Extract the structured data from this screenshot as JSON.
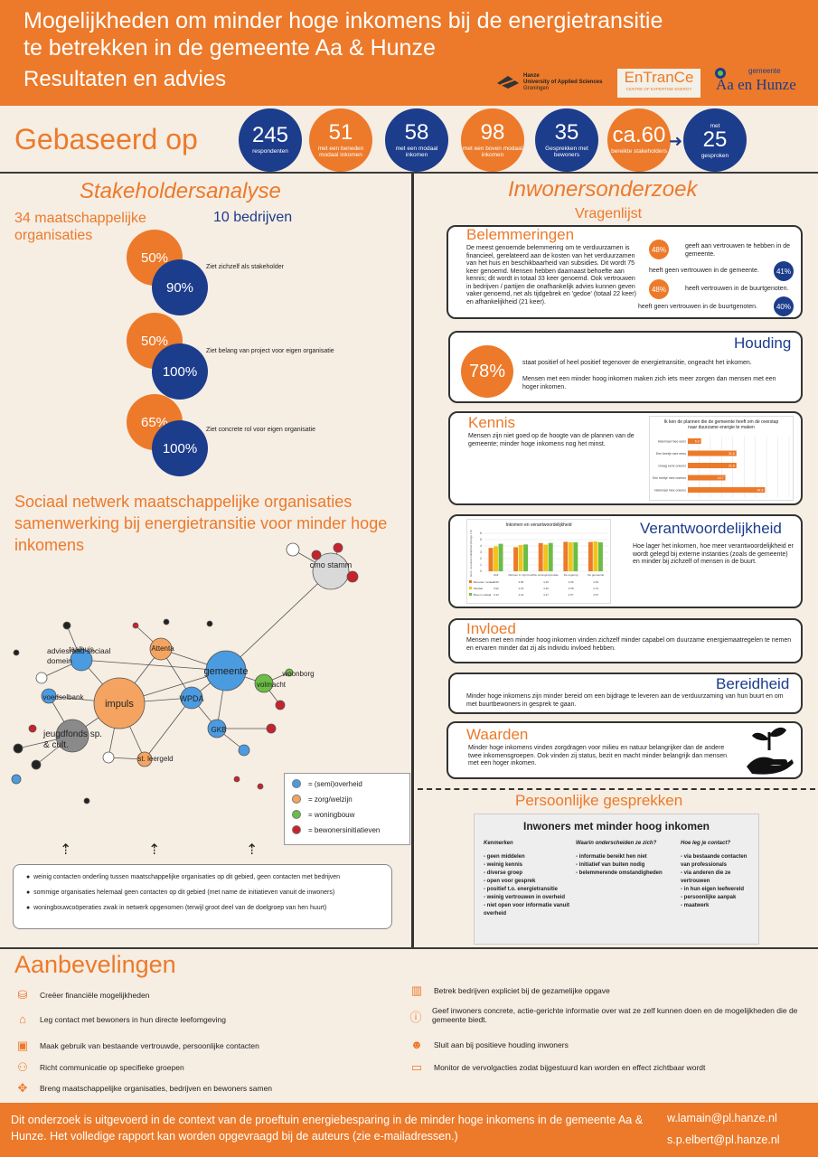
{
  "header": {
    "title_line1": "Mogelijkheden om minder hoge inkomens bij de energietransitie",
    "title_line2": "te betrekken in de gemeente Aa & Hunze",
    "subtitle": "Resultaten en advies",
    "logo_hanze_main": "Hanze",
    "logo_hanze_sub": "University of Applied Sciences",
    "logo_hanze_city": "Groningen",
    "logo_entrance": "EnTranCe",
    "logo_entrance_sub": "CENTRE OF EXPERTISE ENERGY",
    "logo_gemeente_small": "gemeente",
    "logo_gemeente": "Aa en Hunze"
  },
  "based_on": {
    "label": "Gebaseerd op",
    "stats": [
      {
        "number": "245",
        "label": "respondenten",
        "color": "#1c3c8c"
      },
      {
        "number": "51",
        "label": "met een beneden modaal inkomen",
        "color": "#ec7a2a"
      },
      {
        "number": "58",
        "label": "met een modaal inkomen",
        "color": "#1c3c8c"
      },
      {
        "number": "98",
        "label": "met een boven modaal inkomen",
        "color": "#ec7a2a"
      },
      {
        "number": "35",
        "label": "Gesprekken met bewoners",
        "color": "#1c3c8c"
      },
      {
        "number": "ca.60",
        "label": "bereikte stakeholders",
        "color": "#ec7a2a"
      },
      {
        "pre": "met",
        "number": "25",
        "label": "gesproken",
        "color": "#1c3c8c"
      }
    ]
  },
  "stakeholders": {
    "title": "Stakeholdersanalyse",
    "orgs_label": "34 maatschappelijke organisaties",
    "companies_label": "10 bedrijven",
    "pairs": [
      {
        "a": "50%",
        "b": "90%",
        "text": "Ziet zichzelf als stakeholder"
      },
      {
        "a": "50%",
        "b": "100%",
        "text": "Ziet belang van project voor eigen organisatie"
      },
      {
        "a": "65%",
        "b": "100%",
        "text": "Ziet concrete rol voor eigen organisatie"
      }
    ]
  },
  "network": {
    "title": "Sociaal netwerk maatschappelijke organisaties samenwerking bij energietransitie voor minder hoge inkomens",
    "nodes": {
      "cmo": "cmo stamm",
      "taalhuis": "taalhuis",
      "attenta": "Attenta",
      "adviesraad": "adviesraad sociaal domein",
      "gemeente": "gemeente",
      "woonborg": "woonborg",
      "volmacht": "volmacht",
      "voedselbank": "voedselbank",
      "impuls": "impuls",
      "wpda": "WPDA",
      "gkb": "GKB",
      "jeugdfonds": "jeugdfonds sp. & cult.",
      "leergeld": "st. leergeld"
    },
    "legend": [
      {
        "label": "= (semi)overheid",
        "color": "#4a9be0"
      },
      {
        "label": "= zorg/welzijn",
        "color": "#f4a460"
      },
      {
        "label": "= woningbouw",
        "color": "#6cbd45"
      },
      {
        "label": "= bewonersinitiatieven",
        "color": "#c8232c"
      }
    ],
    "notes": [
      "weinig contacten onderling tussen maatschappelijke organisaties op dit gebied, geen contacten met bedrijven",
      "sommige organisaties helemaal geen contacten op dit gebied (met name de initiatieven vanuit de inwoners)",
      "woningbouwcoöperaties zwak in netwerk opgenomen (terwijl groot deel van de doelgroep van hen huurt)"
    ]
  },
  "survey": {
    "title": "Inwonersonderzoek",
    "subtitle": "Vragenlijst",
    "belemmeringen": {
      "title": "Belemmeringen",
      "text": "De meest genoemde belemmering om te verduurzamen is financieel, gerelateerd aan de kosten van het verduurzamen van het huis en beschikbaarheid van subsidies. Dit wordt 75 keer genoemd. Mensen hebben daarnaast behoefte aan kennis; dit wordt in totaal 33 keer genoemd. Ook vertrouwen in bedrijven / partijen die onafhankelijk advies kunnen geven vaker genoemd, net als tijdgebrek en 'gedoe' (totaal 22 keer) en afhankelijkheid (21 keer).",
      "trust": [
        {
          "pct": "48%",
          "text": "geeft aan vertrouwen te hebben in de gemeente."
        },
        {
          "pct": "41%",
          "text": "heeft geen vertrouwen in de gemeente."
        },
        {
          "pct": "48%",
          "text": "heeft vertrouwen in de buurtgenoten."
        },
        {
          "pct": "40%",
          "text": "heeft geen vertrouwen in de buurtgenoten."
        }
      ]
    },
    "houding": {
      "title": "Houding",
      "pct": "78%",
      "text1": "staat positief of heel positief tegenover de energietransitie, ongeacht het inkomen.",
      "text2": "Mensen met een minder hoog inkomen maken zich iets meer zorgen dan mensen met een hoger inkomen."
    },
    "kennis": {
      "title": "Kennis",
      "text": "Mensen zijn niet goed op de hoogte van de plannen van de gemeente; minder hoge inkomens nog het minst.",
      "chart_title": "Ik ken de plannen die de gemeente heeft om de overstap naar duurzame energie te maken"
    },
    "verantwoordelijkheid": {
      "title": "Verantwoordelijkheid",
      "text": "Hoe lager het inkomen, hoe meer verantwoordelijkheid er wordt gelegd bij externe instanties (zoals de gemeente) en minder bij zichzelf of mensen in de buurt.",
      "chart_title": "Inkomen en verantwoordelijkheid"
    },
    "invloed": {
      "title": "Invloed",
      "text": "Mensen met een minder hoog inkomen vinden zichzelf minder capabel om duurzame energiemaatregelen te nemen en ervaren minder dat zij als individu invloed hebben."
    },
    "bereidheid": {
      "title": "Bereidheid",
      "text": "Minder hoge inkomens zijn minder bereid om een bijdrage te leveren aan de verduurzaming van hun buurt en om met buurtbewoners in gesprek te gaan."
    },
    "waarden": {
      "title": "Waarden",
      "text": "Minder hoge inkomens vinden zorgdragen voor milieu en natuur belangrijker dan de andere twee inkomensgroepen. Ook vinden zij status, bezit en macht minder belangrijk dan mensen met een hoger inkomen."
    }
  },
  "chart_data": [
    {
      "type": "bar",
      "title": "Ik ken de plannen die de gemeente heeft om de overstap naar duurzame energie te maken",
      "categories": [
        "Helemaal mee eens",
        "Een beetje mee eens",
        "Graag eens oneens",
        "Een beetje mee oneens",
        "Helemaal mee oneens"
      ],
      "values": [
        5.9,
        21.6,
        21.6,
        16.7,
        34.3
      ],
      "xlim": [
        0,
        45
      ],
      "ticks": [
        "0.0",
        "5.0",
        "10.0",
        "15.0",
        "20.0",
        "25.0",
        "30.0",
        "35.0",
        "40.0",
        "45.0"
      ]
    },
    {
      "type": "bar",
      "title": "Inkomen en verantwoordelijkheid",
      "ylabel": "Gem. verantwoordelijkheid (Range 1-5)",
      "categories": [
        "Zelf",
        "Mensen in mijn buurt",
        "De woningcorporatie",
        "De regering",
        "De gemeente"
      ],
      "series": [
        {
          "name": "Beneden modaal",
          "values": [
            3.69,
            3.8,
            4.46,
            4.66,
            4.63
          ],
          "color": "#ec7a2a"
        },
        {
          "name": "Modaal",
          "values": [
            3.93,
            4.15,
            4.2,
            4.58,
            4.72
          ],
          "color": "#f0c419"
        },
        {
          "name": "Boven modaal",
          "values": [
            4.34,
            4.24,
            4.47,
            4.57,
            4.57
          ],
          "color": "#6cbd45"
        }
      ],
      "ylim": [
        0,
        6
      ]
    }
  ],
  "personal": {
    "title": "Persoonlijke gesprekken",
    "table_title": "Inwoners met minder hoog inkomen",
    "col1_head": "Kenmerken",
    "col2_head": "Waarin onderscheiden ze zich?",
    "col3_head": "Hoe leg je contact?",
    "col1": [
      "- geen middelen",
      "- weinig kennis",
      "- diverse groep",
      "- open voor gesprek",
      "- positief t.o. energietransitie",
      "- weinig vertrouwen in overheid",
      "- niet open voor informatie vanuit overheid"
    ],
    "col2": [
      "- informatie bereikt hen niet",
      "- initiatief van buiten nodig",
      "- belemmerende omstandigheden"
    ],
    "col3": [
      "- via bestaande contacten van professionals",
      "- via anderen die ze vertrouwen",
      "- in hun eigen leefwereld",
      "- persoonlijke aanpak",
      "- maatwerk"
    ]
  },
  "recommendations": {
    "title": "Aanbevelingen",
    "left": [
      {
        "icon": "coins-icon",
        "text": "Creëer financiële mogelijkheden"
      },
      {
        "icon": "house-icon",
        "text": "Leg contact met bewoners in hun directe leefomgeving"
      },
      {
        "icon": "person-card-icon",
        "text": "Maak gebruik van bestaande vertrouwde, persoonlijke contacten"
      },
      {
        "icon": "group-icon",
        "text": "Richt communicatie op specifieke groepen"
      },
      {
        "icon": "network-icon",
        "text": "Breng maatschappelijke organisaties, bedrijven en bewoners samen"
      }
    ],
    "right": [
      {
        "icon": "building-icon",
        "text": "Betrek bedrijven expliciet bij de gezamelijke opgave"
      },
      {
        "icon": "info-icon",
        "text": "Geef inwoners concrete, actie-gerichte informatie over wat ze zelf kunnen doen en de mogelijkheden die de gemeente biedt."
      },
      {
        "icon": "crowd-icon",
        "text": "Sluit aan bij positieve houding inwoners"
      },
      {
        "icon": "monitor-icon",
        "text": "Monitor de vervolgacties zodat bijgestuurd kan worden en effect zichtbaar wordt"
      }
    ]
  },
  "footer": {
    "text": "Dit onderzoek is uitgevoerd in de context van de proeftuin energiebesparing in de minder hoge inkomens in de gemeente Aa & Hunze. Het volledige rapport kan worden opgevraagd bij de auteurs (zie e-mailadressen.)",
    "email1": "w.lamain@pl.hanze.nl",
    "email2": "s.p.elbert@pl.hanze.nl"
  }
}
